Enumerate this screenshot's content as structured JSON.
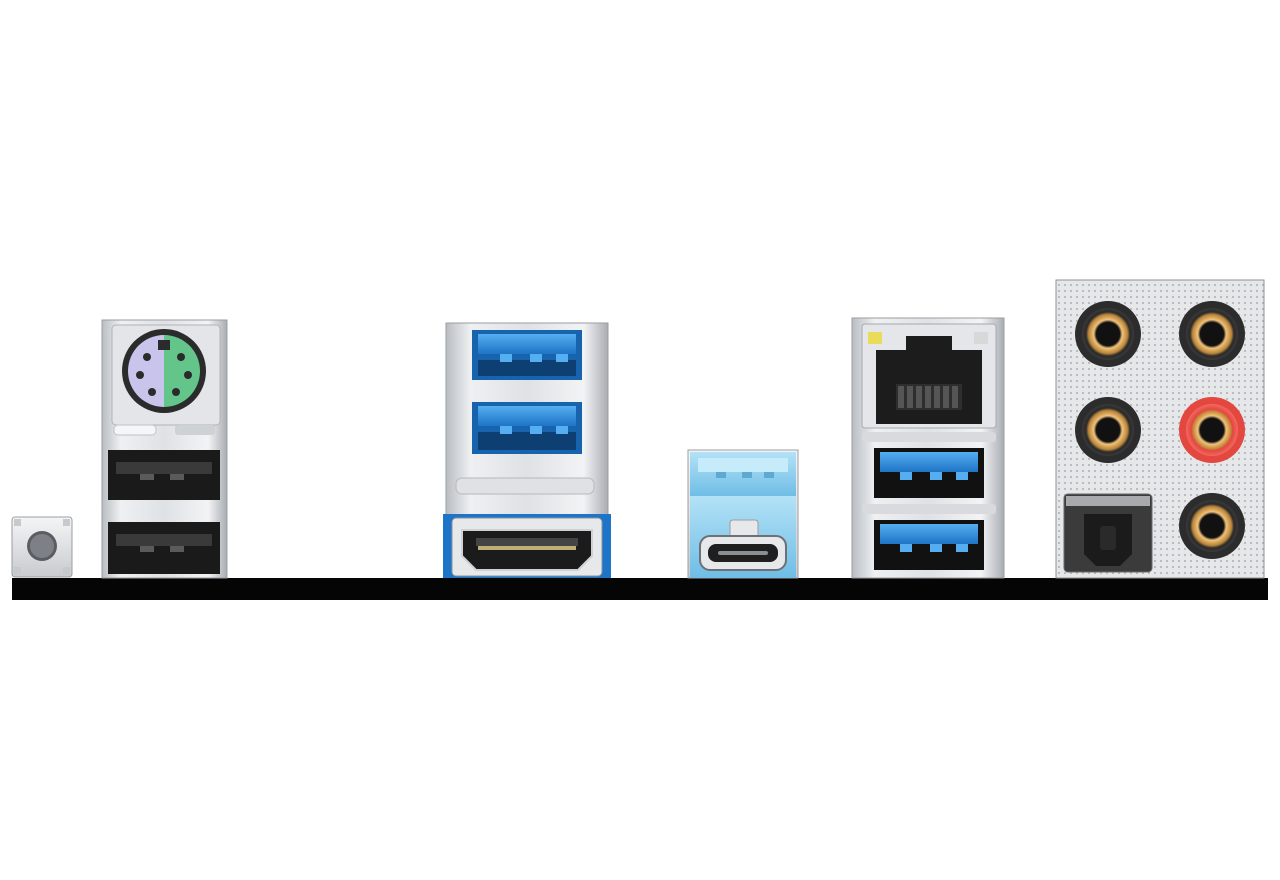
{
  "colors": {
    "background": "#ffffff",
    "board_edge": "#050505",
    "steel_light": "#eef0f2",
    "steel_mid": "#c9ccd0",
    "steel_dark": "#8c9095",
    "usb3_blue": "#2f8ee0",
    "usb3_blue_dark": "#1763ad",
    "usb2_black": "#1a1a1a",
    "ps2_purple": "#c9c4ec",
    "ps2_green": "#63c58a",
    "usbc_light_blue": "#8fd0ee",
    "audio_gold": "#d9a85a",
    "audio_red": "#e4473f",
    "audio_black": "#1b1b1b",
    "lan_led_yellow": "#e8dc5a",
    "lan_led_green": "#d8d8d8"
  },
  "components": [
    {
      "name": "clear-cmos-button",
      "kind": "tactile-button"
    },
    {
      "name": "ps2-combo-port",
      "kind": "ps2"
    },
    {
      "name": "usb2-port-top",
      "kind": "usb-a-black"
    },
    {
      "name": "usb2-port-bottom",
      "kind": "usb-a-black"
    },
    {
      "name": "usb3-port-1",
      "kind": "usb-a-blue"
    },
    {
      "name": "usb3-port-2",
      "kind": "usb-a-blue"
    },
    {
      "name": "hdmi-port",
      "kind": "hdmi"
    },
    {
      "name": "usb3-port-3",
      "kind": "usb-a-blue"
    },
    {
      "name": "usb-c-port",
      "kind": "usb-c"
    },
    {
      "name": "lan-port",
      "kind": "rj45"
    },
    {
      "name": "usb3-port-4",
      "kind": "usb-a-blue"
    },
    {
      "name": "usb3-port-5",
      "kind": "usb-a-blue"
    },
    {
      "name": "audio-jack-1",
      "kind": "audio-gold"
    },
    {
      "name": "audio-jack-2",
      "kind": "audio-gold"
    },
    {
      "name": "audio-jack-3",
      "kind": "audio-gold"
    },
    {
      "name": "audio-jack-mic",
      "kind": "audio-red"
    },
    {
      "name": "optical-spdif-port",
      "kind": "toslink"
    },
    {
      "name": "audio-jack-6",
      "kind": "audio-gold"
    }
  ],
  "icons": [
    "ps2-icon",
    "usb-icon",
    "hdmi-icon",
    "usb-c-icon",
    "ethernet-icon",
    "audio-jack-icon",
    "optical-icon"
  ]
}
